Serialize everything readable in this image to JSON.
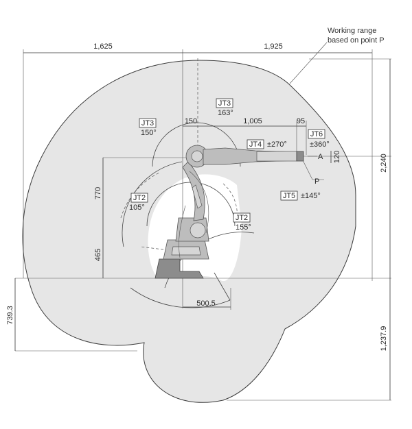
{
  "note": {
    "line1": "Working range",
    "line2": "based on point P"
  },
  "dimensions": {
    "left_width": "1,625",
    "right_width": "1,925",
    "jt3_offset": "150",
    "arm_length": "1,005",
    "wrist_length": "95",
    "height_total": "2,240",
    "link2": "770",
    "base_height": "465",
    "flange": "120",
    "below_left": "739.3",
    "below_right": "1,237.9",
    "inner_radius": "500.5"
  },
  "joints": {
    "jt3_left": {
      "name": "JT3",
      "angle": "150°"
    },
    "jt3_right": {
      "name": "JT3",
      "angle": "163°"
    },
    "jt2_left": {
      "name": "JT2",
      "angle": "105°"
    },
    "jt2_right": {
      "name": "JT2",
      "angle": "155°"
    },
    "jt4": {
      "name": "JT4",
      "angle": "±270°"
    },
    "jt5": {
      "name": "JT5",
      "angle": "±145°"
    },
    "jt6": {
      "name": "JT6",
      "angle": "±360°"
    }
  },
  "points": {
    "p": "P",
    "a": "A"
  }
}
